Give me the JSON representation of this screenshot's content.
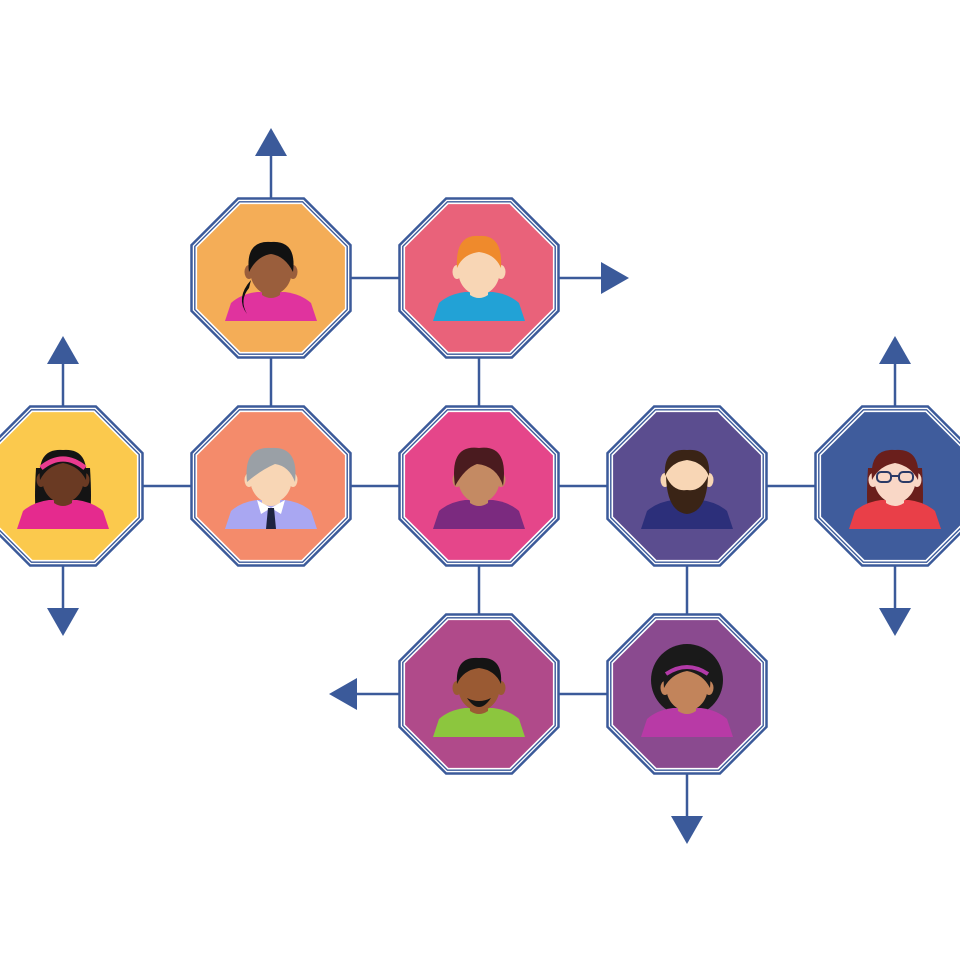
{
  "colors": {
    "line": "#3b5a9a",
    "frame_outer": "#3b5a9a",
    "frame_gap": "#ffffff",
    "background": "#ffffff"
  },
  "nodes": [
    {
      "id": "woman-ponytail",
      "row": 0,
      "col": 1,
      "bg": "#f4ad57",
      "avatar": {
        "skin": "#9a5e3c",
        "hair": "#111111",
        "shirt": "#e0339e",
        "hair_style": "ponytail",
        "features": []
      }
    },
    {
      "id": "man-ginger",
      "row": 0,
      "col": 2,
      "bg": "#e9627a",
      "avatar": {
        "skin": "#f8d6b5",
        "hair": "#ef8a2c",
        "shirt": "#22a2d6",
        "hair_style": "short-up",
        "features": []
      }
    },
    {
      "id": "woman-headband",
      "row": 1,
      "col": 0,
      "bg": "#fbc94d",
      "avatar": {
        "skin": "#6a3a23",
        "hair": "#141414",
        "shirt": "#e52a8e",
        "hair_style": "long",
        "features": [
          "headband-pink"
        ]
      }
    },
    {
      "id": "man-gray-tie",
      "row": 1,
      "col": 1,
      "bg": "#f48b6b",
      "avatar": {
        "skin": "#f8d6b5",
        "hair": "#9aa0a6",
        "shirt": "#a9a7f2",
        "hair_style": "gray",
        "features": [
          "tie"
        ]
      }
    },
    {
      "id": "woman-short-hair",
      "row": 1,
      "col": 2,
      "bg": "#e5468a",
      "avatar": {
        "skin": "#c48a63",
        "hair": "#4a1b1f",
        "shirt": "#7b2a7f",
        "hair_style": "bob",
        "features": []
      }
    },
    {
      "id": "man-beard",
      "row": 1,
      "col": 3,
      "bg": "#5b4d8f",
      "avatar": {
        "skin": "#f8d6b5",
        "hair": "#3a2416",
        "shirt": "#2c2f7a",
        "hair_style": "short",
        "features": [
          "beard"
        ]
      }
    },
    {
      "id": "woman-glasses",
      "row": 1,
      "col": 4,
      "bg": "#3f5c9c",
      "avatar": {
        "skin": "#f9d7c6",
        "hair": "#6a1f1c",
        "shirt": "#e93f48",
        "hair_style": "long",
        "features": [
          "glasses"
        ]
      }
    },
    {
      "id": "man-green-shirt",
      "row": 2,
      "col": 2,
      "bg": "#b04a8a",
      "avatar": {
        "skin": "#9a5a33",
        "hair": "#141414",
        "shirt": "#8cc63e",
        "hair_style": "short",
        "features": [
          "goatee"
        ]
      }
    },
    {
      "id": "woman-curly",
      "row": 2,
      "col": 3,
      "bg": "#8a4a8f",
      "avatar": {
        "skin": "#c2845b",
        "hair": "#1a1a1a",
        "shirt": "#b83aa6",
        "hair_style": "afro",
        "features": [
          "headband-purple"
        ]
      }
    }
  ],
  "links": [
    [
      "woman-ponytail",
      "man-ginger"
    ],
    [
      "woman-ponytail",
      "man-gray-tie"
    ],
    [
      "man-ginger",
      "woman-short-hair"
    ],
    [
      "woman-headband",
      "man-gray-tie"
    ],
    [
      "man-gray-tie",
      "woman-short-hair"
    ],
    [
      "woman-short-hair",
      "man-beard"
    ],
    [
      "man-beard",
      "woman-glasses"
    ],
    [
      "woman-short-hair",
      "man-green-shirt"
    ],
    [
      "man-beard",
      "woman-curly"
    ],
    [
      "man-green-shirt",
      "woman-curly"
    ]
  ],
  "arrows": [
    {
      "from": "woman-ponytail",
      "direction": "up"
    },
    {
      "from": "man-ginger",
      "direction": "right"
    },
    {
      "from": "woman-headband",
      "direction": "up"
    },
    {
      "from": "woman-headband",
      "direction": "down"
    },
    {
      "from": "woman-glasses",
      "direction": "up"
    },
    {
      "from": "woman-glasses",
      "direction": "down"
    },
    {
      "from": "man-green-shirt",
      "direction": "left"
    },
    {
      "from": "woman-curly",
      "direction": "down"
    }
  ]
}
